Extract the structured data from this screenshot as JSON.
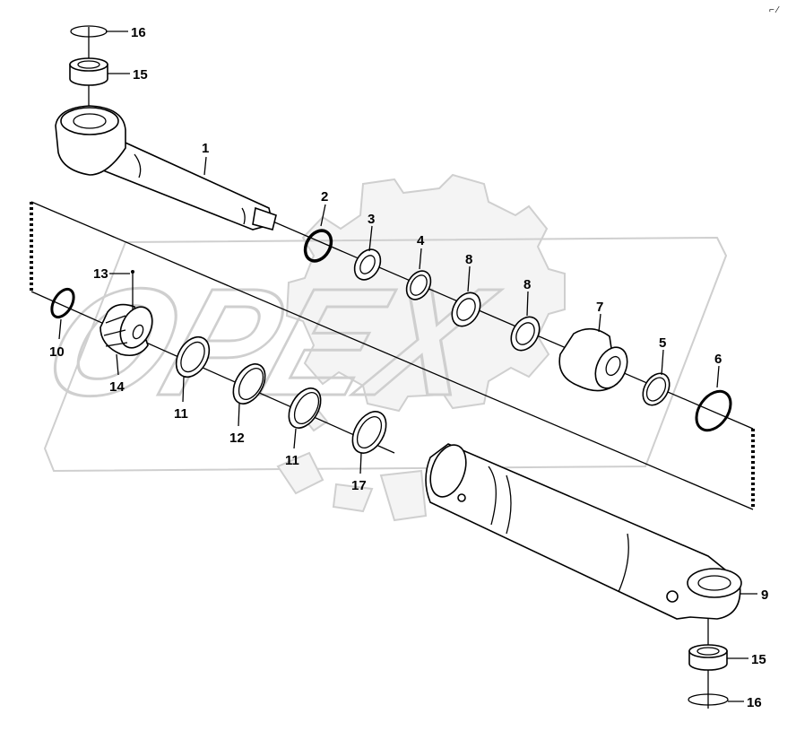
{
  "diagram": {
    "watermark": "OPEX",
    "corner_mark": "⌐ ⁄",
    "callouts": [
      "1",
      "2",
      "3",
      "4",
      "5",
      "6",
      "7",
      "8",
      "8",
      "9",
      "10",
      "11",
      "11",
      "12",
      "13",
      "14",
      "15",
      "15",
      "16",
      "16",
      "17"
    ]
  },
  "colors": {
    "line": "#000000",
    "watermark": "#cfcfcf",
    "background": "#ffffff"
  }
}
